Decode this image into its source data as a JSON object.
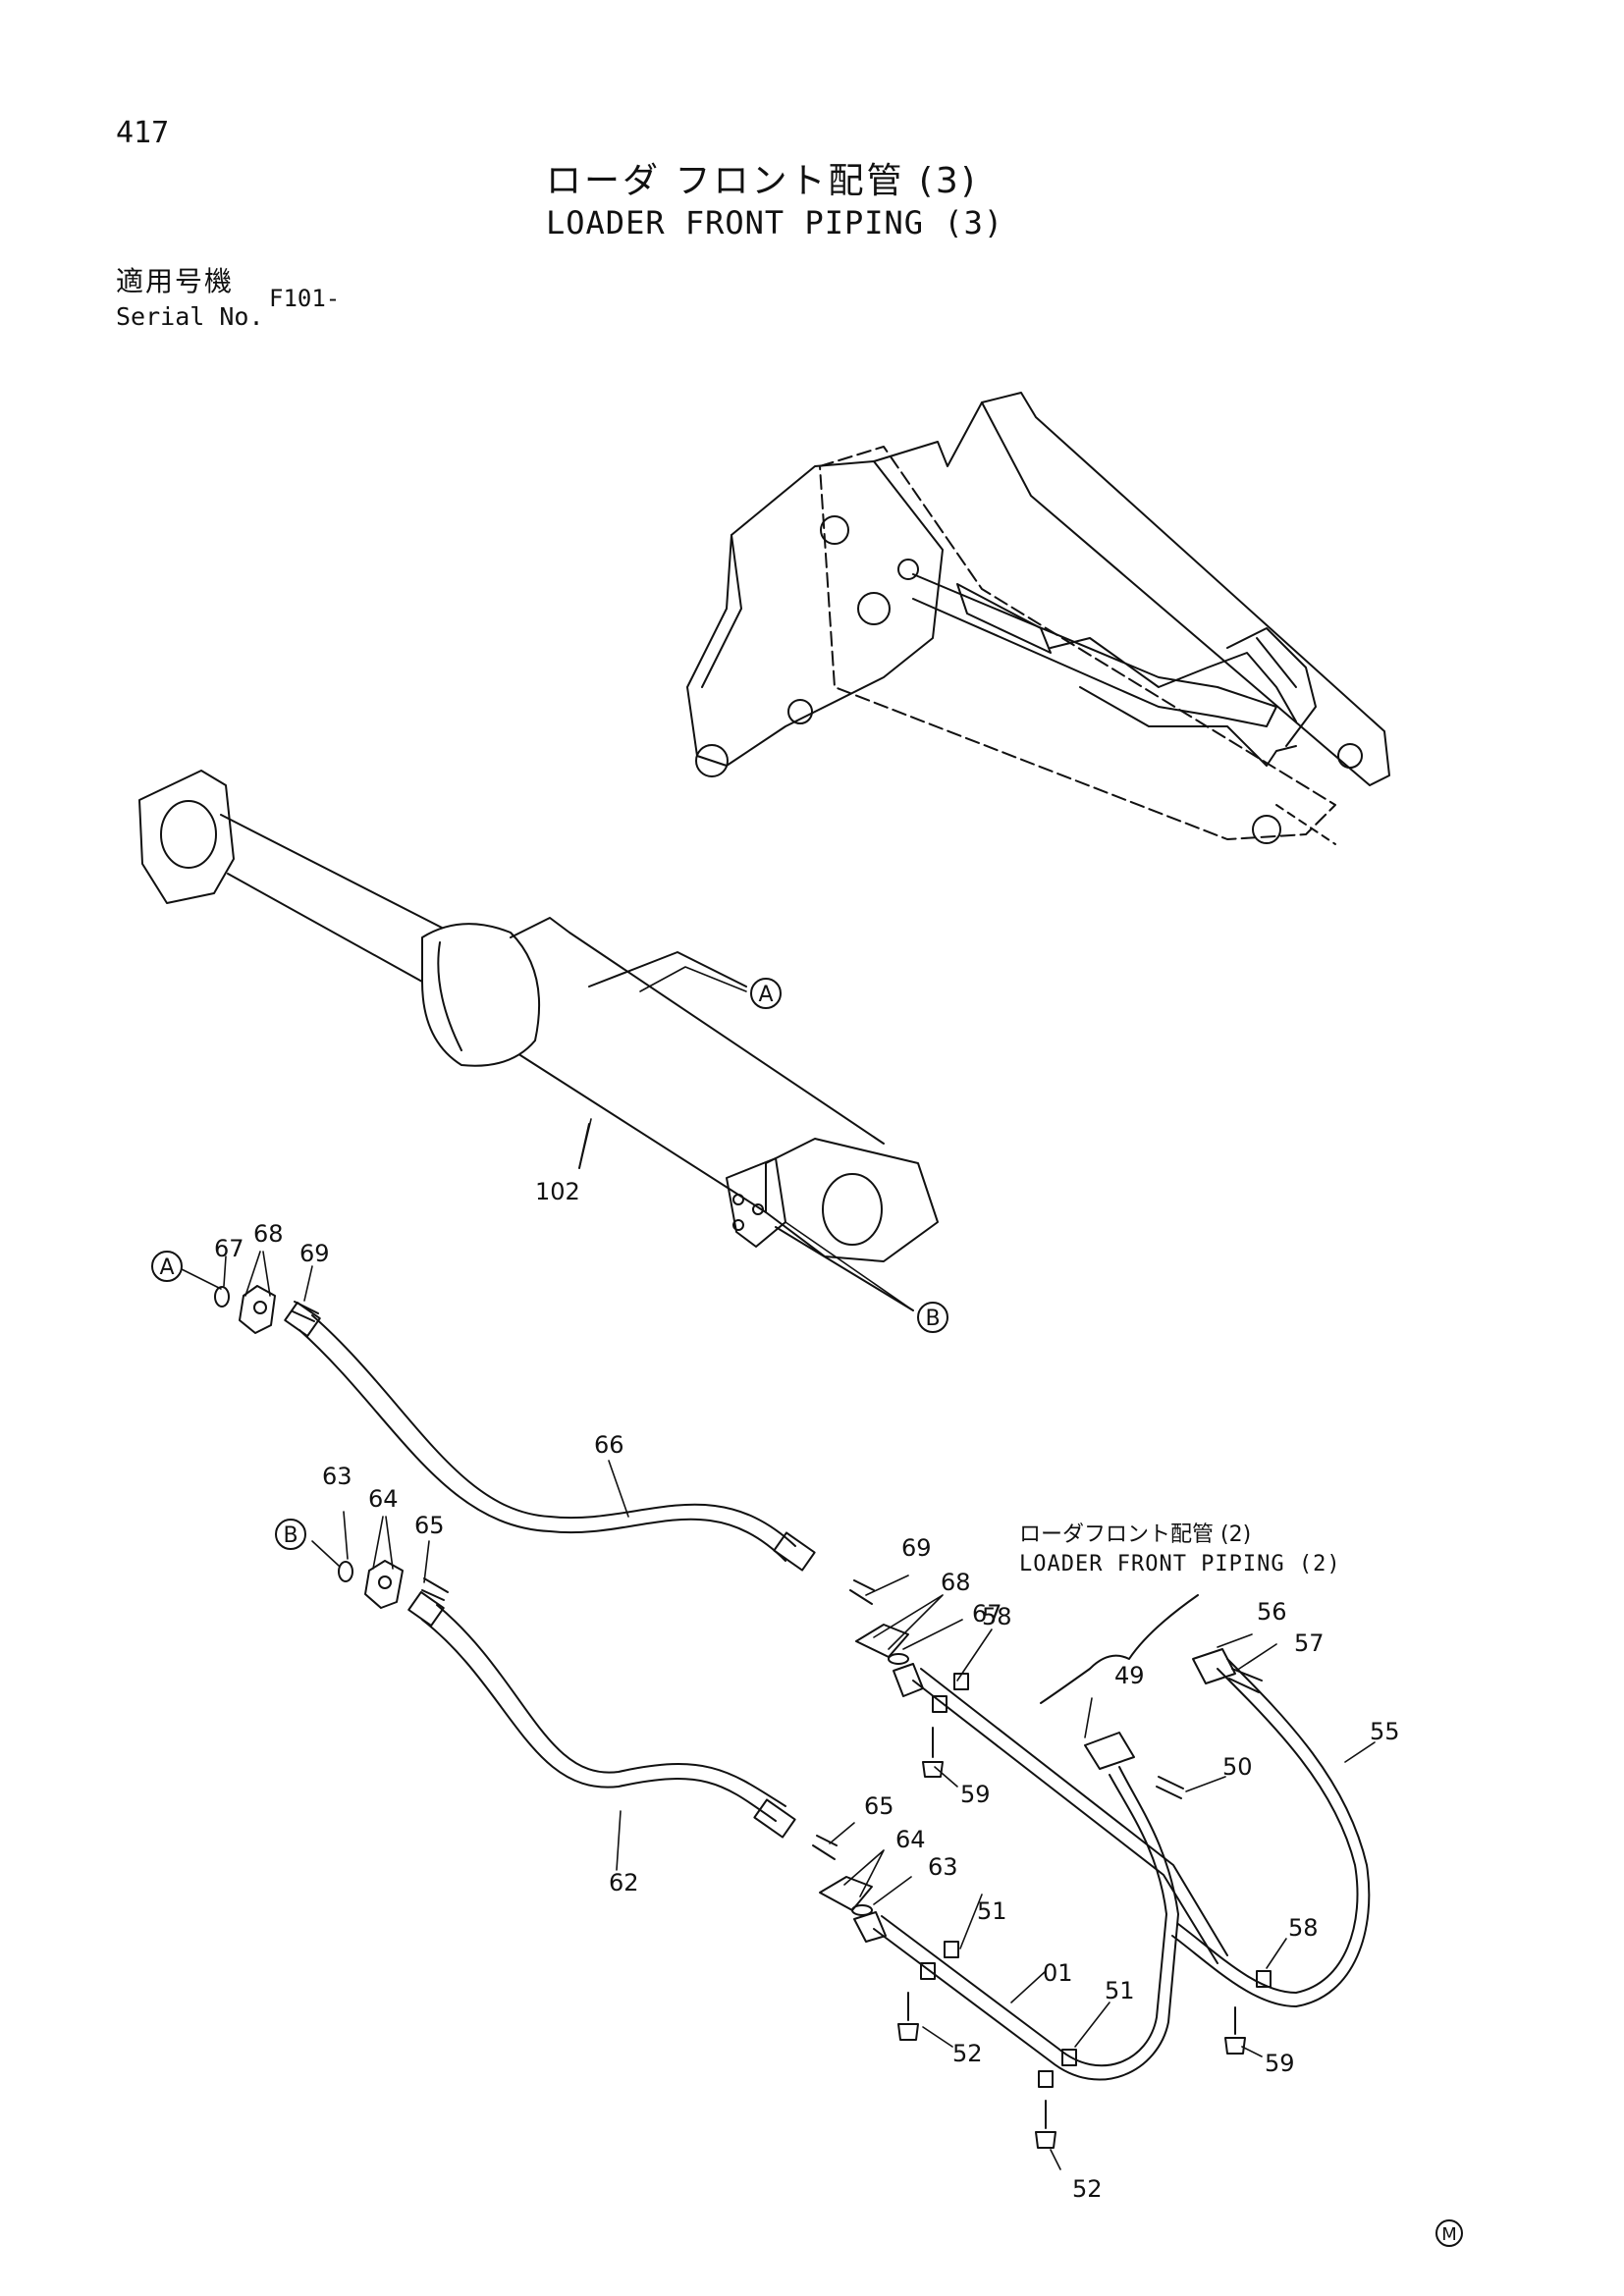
{
  "header": {
    "page_number": "417",
    "title_jp": "ローダ フロント配管 (3)",
    "title_en": "LOADER FRONT PIPING (3)"
  },
  "serial": {
    "label_jp": "適用号機",
    "label_en": "Serial No.",
    "value": "F101-"
  },
  "reference": {
    "label_jp": "ローダフロント配管 (2)",
    "label_en": "LOADER FRONT PIPING (2)"
  },
  "callouts": {
    "cyl_A": "A",
    "cyl_B": "B",
    "hose_A": "A",
    "hose_B": "B"
  },
  "part_labels": [
    "102",
    "67",
    "68",
    "69",
    "66",
    "63",
    "64",
    "65",
    "69",
    "68",
    "67",
    "58",
    "59",
    "49",
    "56",
    "57",
    "50",
    "55",
    "65",
    "64",
    "63",
    "62",
    "51",
    "01",
    "51",
    "52",
    "52",
    "58",
    "59"
  ],
  "mark": "M"
}
